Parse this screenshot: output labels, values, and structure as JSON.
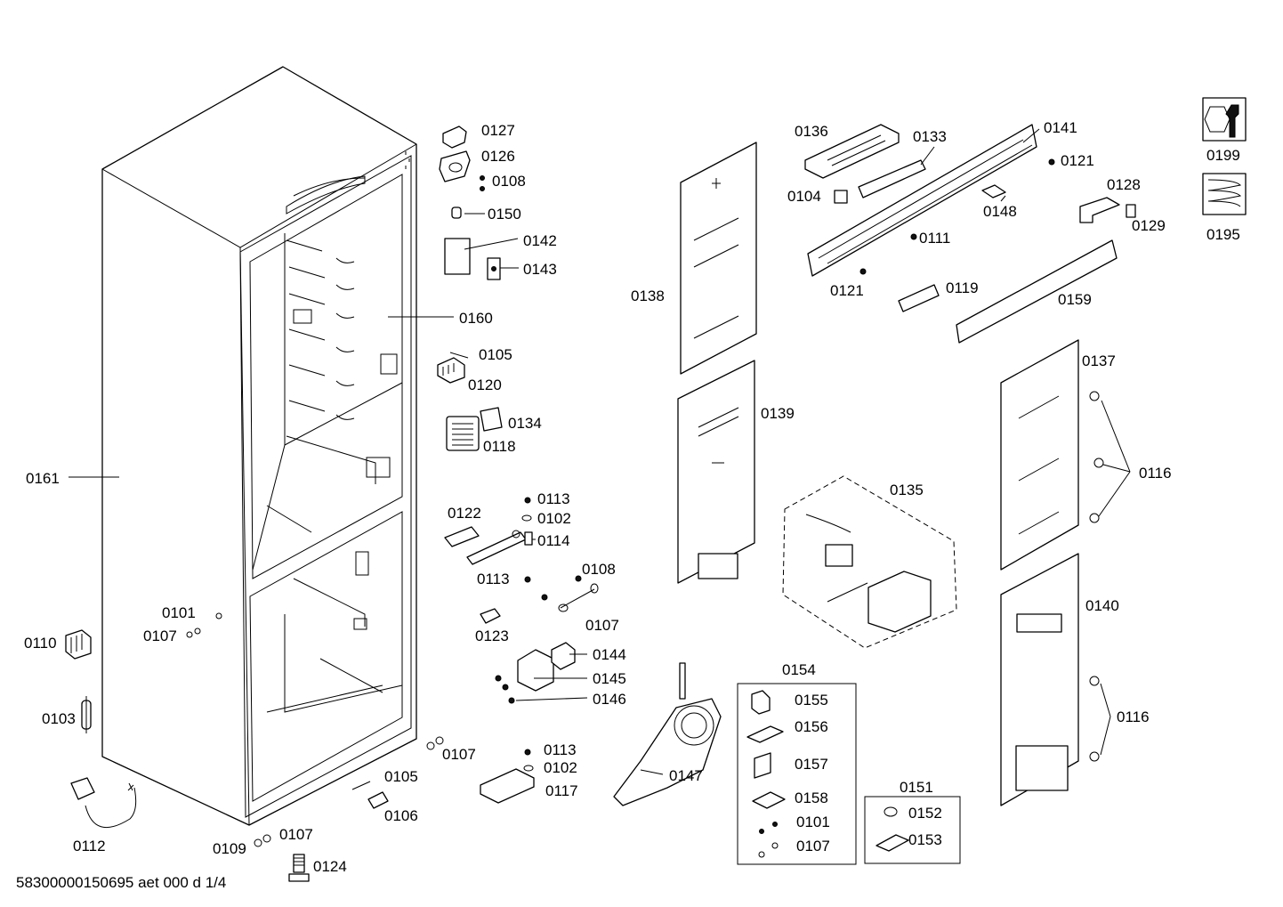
{
  "document_code": "58300000150695 aet 000 d 1/4",
  "service_icons": [
    {
      "icon": "wrench-nut-icon",
      "code": "0199"
    },
    {
      "icon": "coil-heater-icon",
      "code": "0195"
    }
  ],
  "groups": {
    "g0154": "0154",
    "g0151": "0151"
  },
  "labels": {
    "p0127": "0127",
    "p0126": "0126",
    "p0108a": "0108",
    "p0150": "0150",
    "p0142": "0142",
    "p0143": "0143",
    "p0160": "0160",
    "p0105a": "0105",
    "p0120": "0120",
    "p0134": "0134",
    "p0118": "0118",
    "p0113a": "0113",
    "p0102a": "0102",
    "p0114": "0114",
    "p0122": "0122",
    "p0113b": "0113",
    "p0108b": "0108",
    "p0107a": "0107",
    "p0123": "0123",
    "p0144": "0144",
    "p0145": "0145",
    "p0146": "0146",
    "p0113c": "0113",
    "p0102b": "0102",
    "p0117": "0117",
    "p0107b": "0107",
    "p0105b": "0105",
    "p0106": "0106",
    "p0109": "0109",
    "p0107c": "0107",
    "p0124": "0124",
    "p0112": "0112",
    "p0103": "0103",
    "p0110": "0110",
    "p0101a": "0101",
    "p0107d": "0107",
    "p0161": "0161",
    "p0138": "0138",
    "p0139": "0139",
    "p0136": "0136",
    "p0133": "0133",
    "p0104": "0104",
    "p0141": "0141",
    "p0121a": "0121",
    "p0148": "0148",
    "p0111": "0111",
    "p0121b": "0121",
    "p0119": "0119",
    "p0128": "0128",
    "p0129": "0129",
    "p0159": "0159",
    "p0137": "0137",
    "p0116a": "0116",
    "p0135": "0135",
    "p0140": "0140",
    "p0116b": "0116",
    "p0147": "0147",
    "p0155": "0155",
    "p0156": "0156",
    "p0157": "0157",
    "p0158": "0158",
    "p0101b": "0101",
    "p0107e": "0107",
    "p0152": "0152",
    "p0153": "0153"
  }
}
